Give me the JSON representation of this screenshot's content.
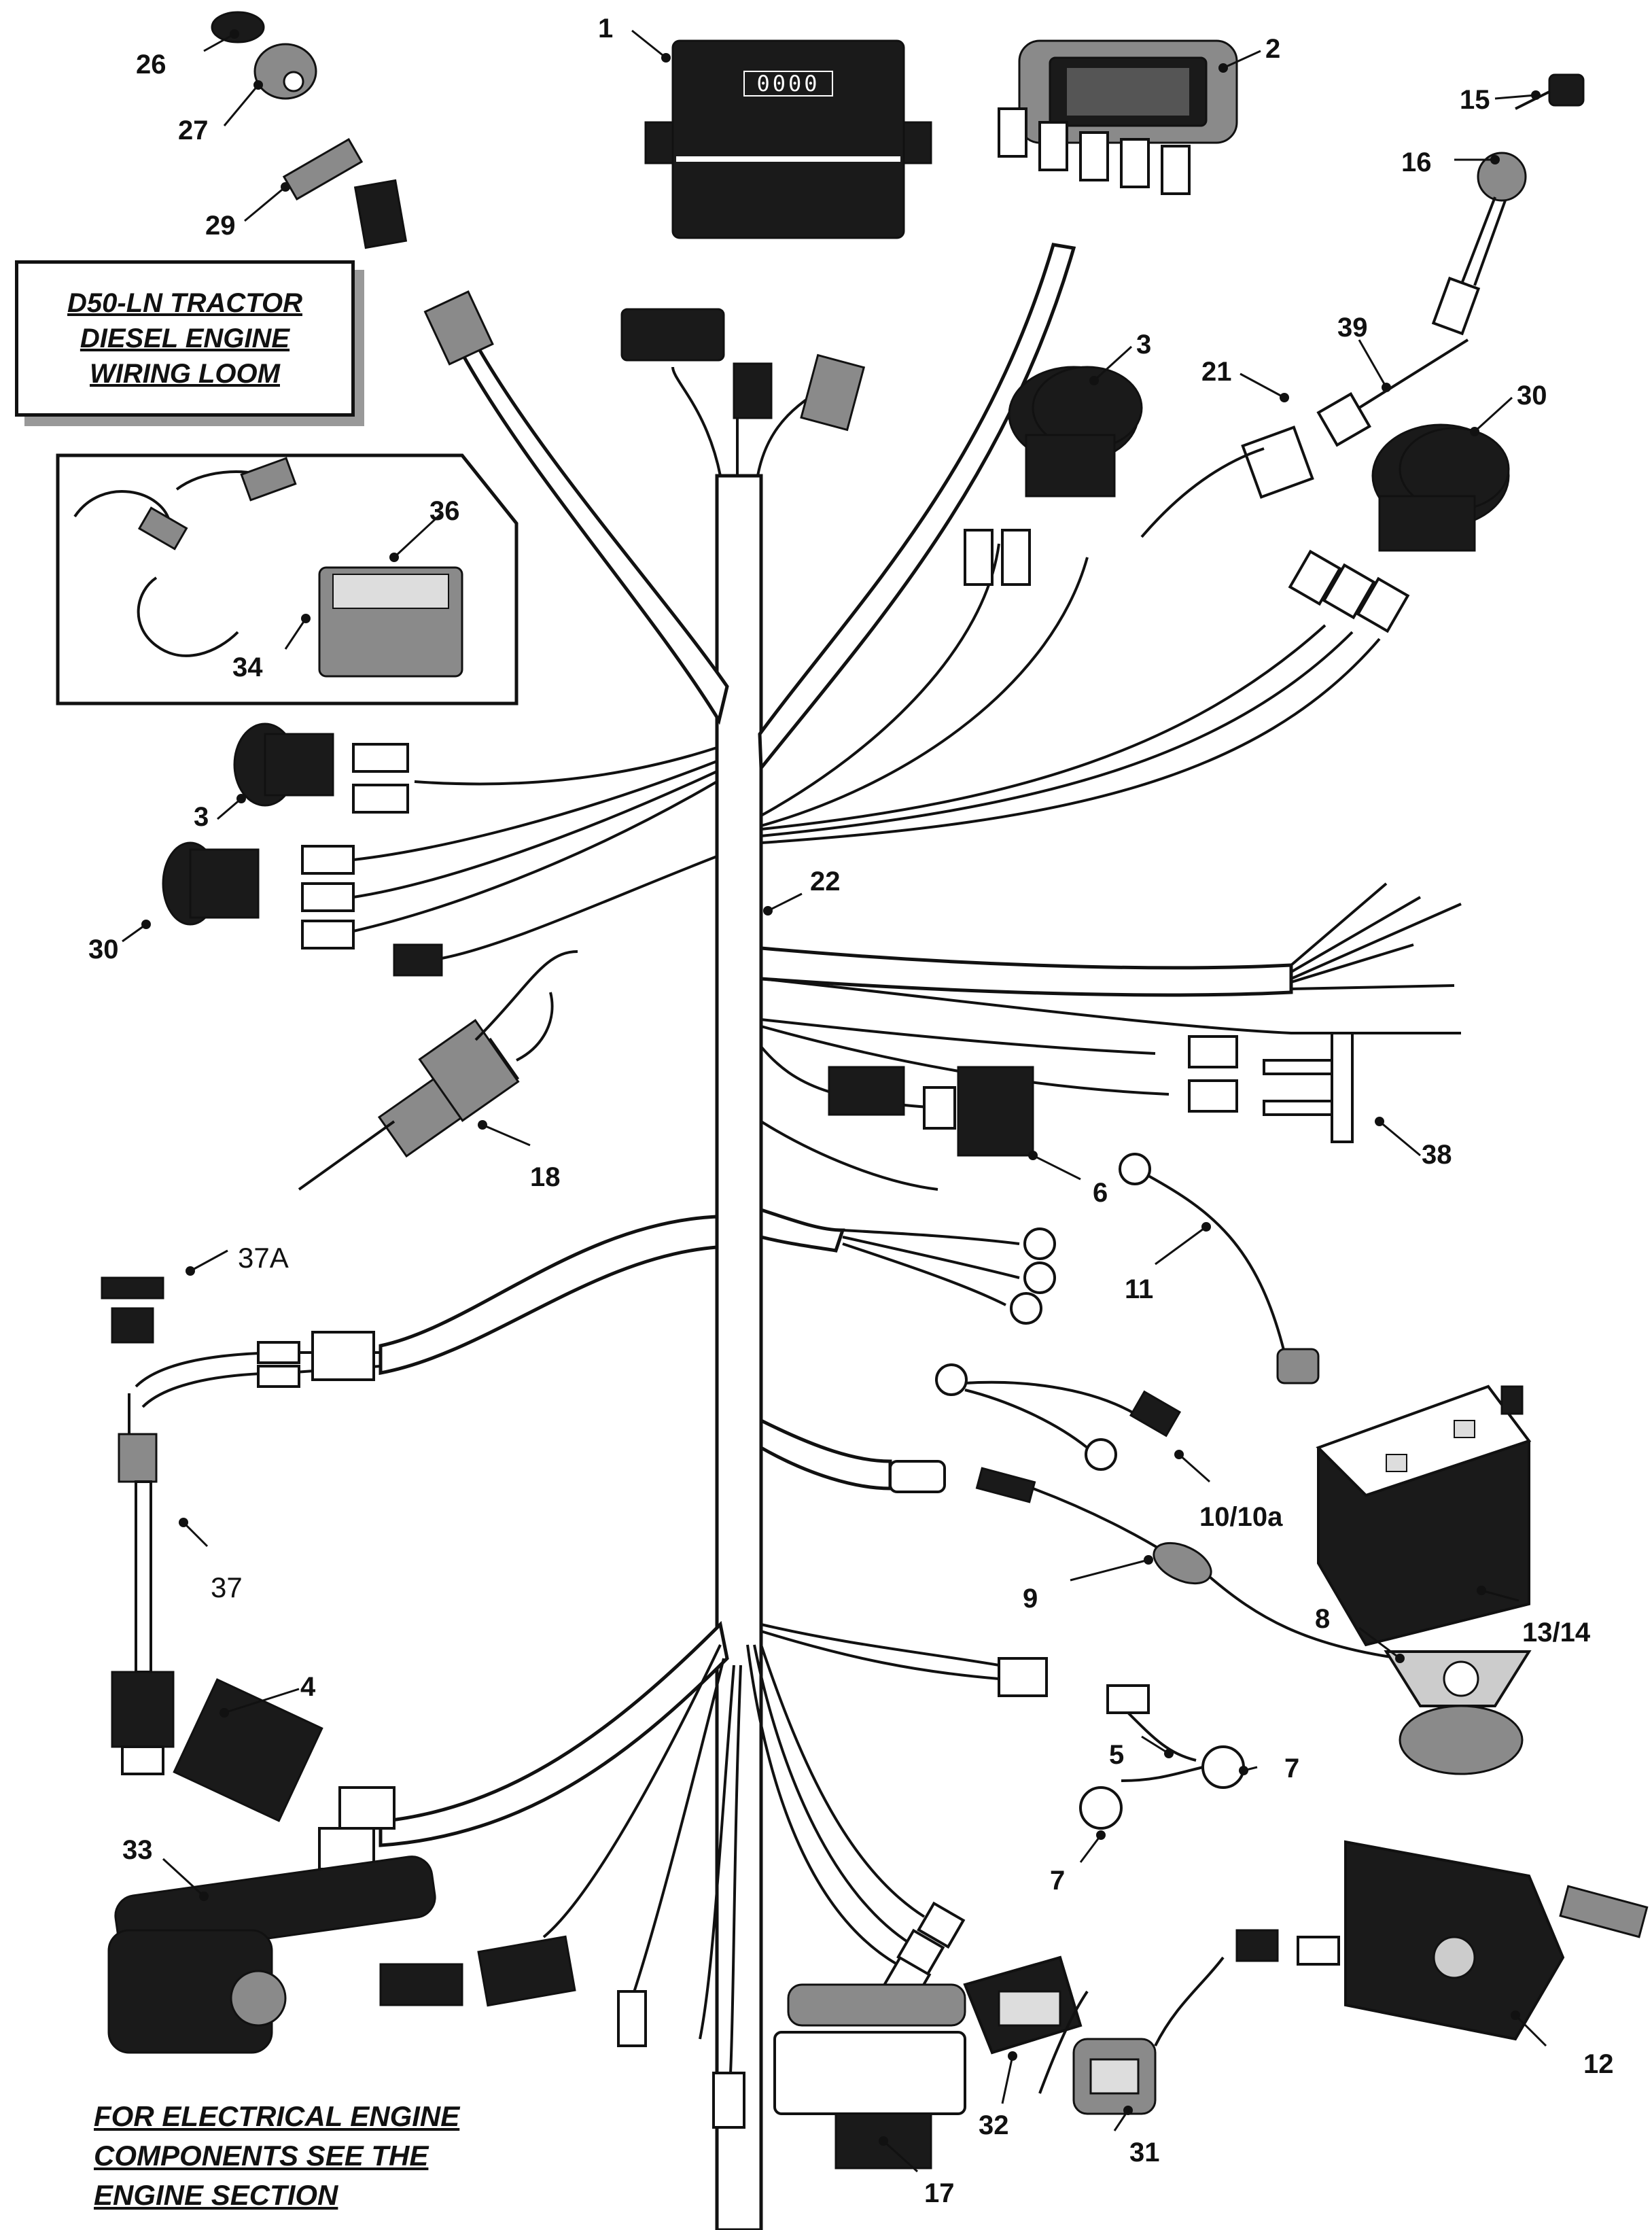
{
  "title": {
    "line1": "D50-LN TRACTOR",
    "line2": "DIESEL ENGINE",
    "line3": "WIRING LOOM"
  },
  "note": {
    "line1": "FOR ELECTRICAL ENGINE",
    "line2": "COMPONENTS SEE THE",
    "line3": "ENGINE SECTION"
  },
  "callouts": {
    "c1": "1",
    "c2": "2",
    "c3a": "3",
    "c3b": "3",
    "c4": "4",
    "c5": "5",
    "c6": "6",
    "c7a": "7",
    "c7b": "7",
    "c8": "8",
    "c9": "9",
    "c10": "10/10a",
    "c11": "11",
    "c12": "12",
    "c13": "13/14",
    "c15": "15",
    "c16": "16",
    "c17": "17",
    "c18": "18",
    "c21": "21",
    "c22": "22",
    "c26": "26",
    "c27": "27",
    "c29": "29",
    "c30a": "30",
    "c30b": "30",
    "c31": "31",
    "c32": "32",
    "c33": "33",
    "c34": "34",
    "c36": "36",
    "c37": "37",
    "c37a": "37A",
    "c38": "38",
    "c39": "39"
  },
  "hour_meter_display": "0000",
  "colors": {
    "ink": "#111111",
    "paper": "#ffffff",
    "shade": "#8a8a8a",
    "dark": "#1a1a1a"
  }
}
